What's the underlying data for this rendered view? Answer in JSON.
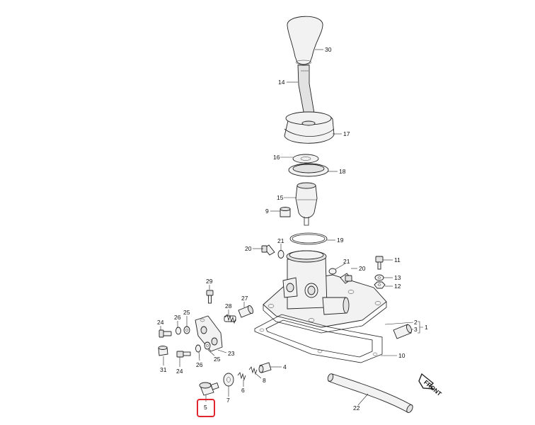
{
  "highlight_color": "#e0262d",
  "callouts": [
    {
      "id": "30",
      "text": "30"
    },
    {
      "id": "14",
      "text": "14"
    },
    {
      "id": "17",
      "text": "17"
    },
    {
      "id": "16",
      "text": "16"
    },
    {
      "id": "18",
      "text": "18"
    },
    {
      "id": "15",
      "text": "15"
    },
    {
      "id": "9",
      "text": "9"
    },
    {
      "id": "19",
      "text": "19"
    },
    {
      "id": "21a",
      "text": "21"
    },
    {
      "id": "20a",
      "text": "20"
    },
    {
      "id": "21b",
      "text": "21"
    },
    {
      "id": "20b",
      "text": "20"
    },
    {
      "id": "11",
      "text": "11"
    },
    {
      "id": "13",
      "text": "13"
    },
    {
      "id": "12",
      "text": "12"
    },
    {
      "id": "29",
      "text": "29"
    },
    {
      "id": "27",
      "text": "27"
    },
    {
      "id": "28",
      "text": "28"
    },
    {
      "id": "26a",
      "text": "26"
    },
    {
      "id": "25a",
      "text": "25"
    },
    {
      "id": "24a",
      "text": "24"
    },
    {
      "id": "2",
      "text": "2"
    },
    {
      "id": "3",
      "text": "3"
    },
    {
      "id": "1",
      "text": "1"
    },
    {
      "id": "10",
      "text": "10"
    },
    {
      "id": "23",
      "text": "23"
    },
    {
      "id": "31",
      "text": "31"
    },
    {
      "id": "24b",
      "text": "24"
    },
    {
      "id": "26b",
      "text": "26"
    },
    {
      "id": "25b",
      "text": "25"
    },
    {
      "id": "4",
      "text": "4"
    },
    {
      "id": "8",
      "text": "8"
    },
    {
      "id": "6",
      "text": "6"
    },
    {
      "id": "7",
      "text": "7"
    },
    {
      "id": "5",
      "text": "5"
    },
    {
      "id": "22",
      "text": "22"
    }
  ],
  "front_marker": "FRONT"
}
